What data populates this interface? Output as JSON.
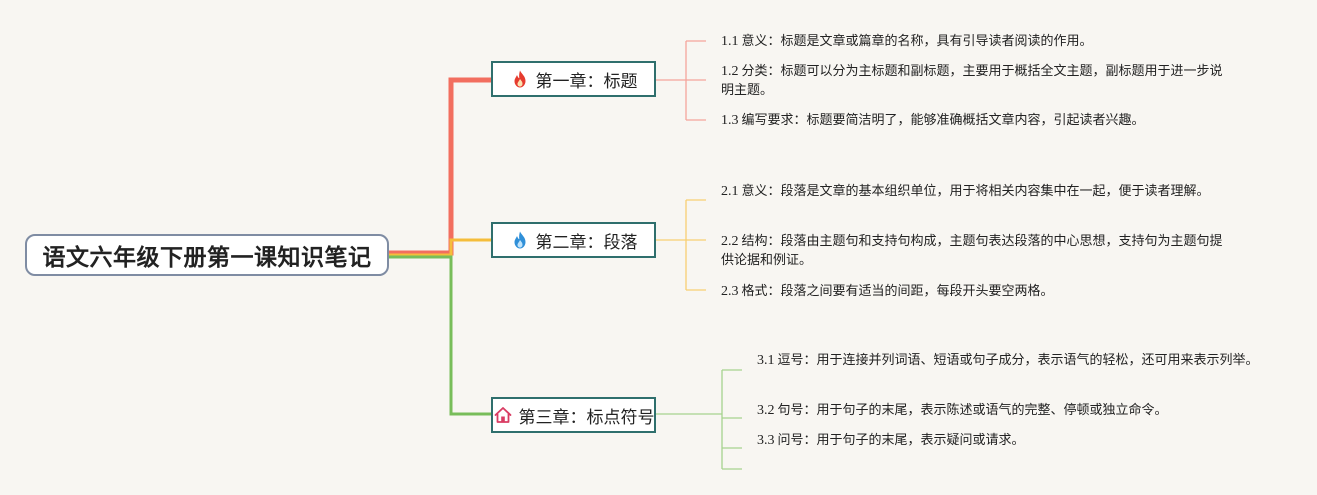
{
  "root": {
    "title": "语文六年级下册第一课知识笔记"
  },
  "chapters": [
    {
      "title": "第一章：标题",
      "icon": "fire-icon",
      "color": "#f26e5f",
      "notes": [
        {
          "num": "1.1",
          "text": "意义：标题是文章或篇章的名称，具有引导读者阅读的作用。"
        },
        {
          "num": "1.2",
          "text": "分类：标题可以分为主标题和副标题，主要用于概括全文主题，副标题用于进一步说明主题。"
        },
        {
          "num": "1.3",
          "text": "编写要求：标题要简洁明了，能够准确概括文章内容，引起读者兴趣。"
        }
      ]
    },
    {
      "title": "第二章：段落",
      "icon": "blue-flame-icon",
      "color": "#f5bd3b",
      "notes": [
        {
          "num": "2.1",
          "text": "意义：段落是文章的基本组织单位，用于将相关内容集中在一起，便于读者理解。"
        },
        {
          "num": "2.2",
          "text": "结构：段落由主题句和支持句构成，主题句表达段落的中心思想，支持句为主题句提供论据和例证。"
        },
        {
          "num": "2.3",
          "text": "格式：段落之间要有适当的间距，每段开头要空两格。"
        }
      ]
    },
    {
      "title": "第三章：标点符号",
      "icon": "home-icon",
      "color": "#78bd5a",
      "notes": [
        {
          "num": "3.1",
          "text": "逗号：用于连接并列词语、短语或句子成分，表示语气的轻松，还可用来表示列举。"
        },
        {
          "num": "3.2",
          "text": "句号：用于句子的末尾，表示陈述或语气的完整、停顿或独立命令。"
        },
        {
          "num": "3.3",
          "text": "问号：用于句子的末尾，表示疑问或请求。"
        }
      ]
    }
  ]
}
